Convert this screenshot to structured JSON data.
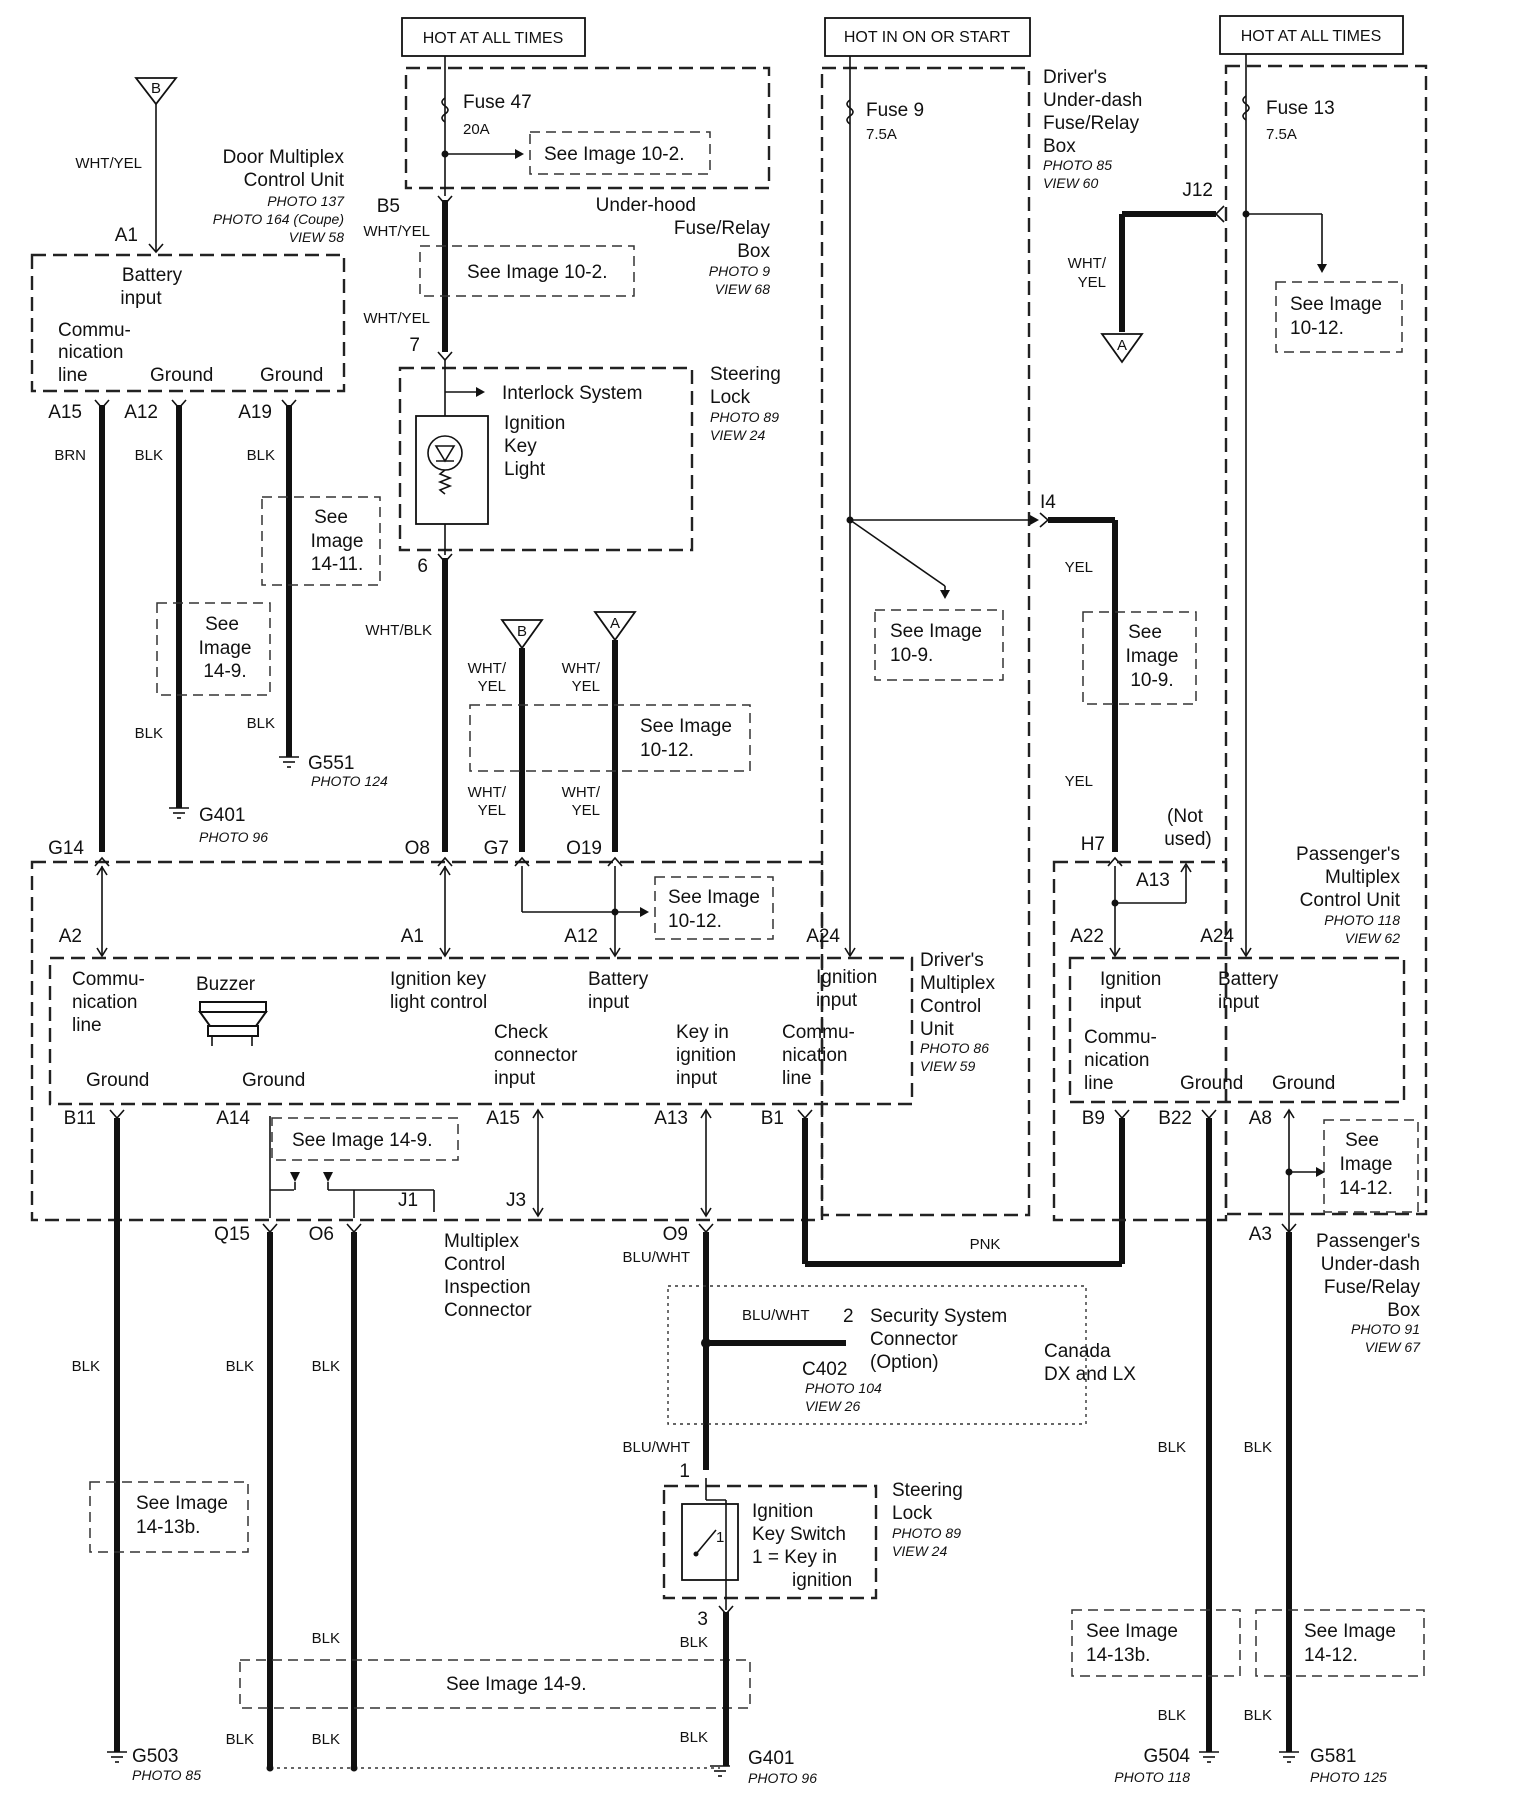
{
  "headers": {
    "hot1": "HOT AT ALL TIMES",
    "hot2": "HOT IN ON OR START",
    "hot3": "HOT AT ALL TIMES"
  },
  "fuses": {
    "f47": {
      "name": "Fuse 47",
      "rating": "20A"
    },
    "f9": {
      "name": "Fuse 9",
      "rating": "7.5A"
    },
    "f13": {
      "name": "Fuse 13",
      "rating": "7.5A"
    }
  },
  "refs": {
    "r102a": "See Image 10-2.",
    "r102b": "See Image 10-2.",
    "r1012a": [
      "See Image",
      "10-12."
    ],
    "r1012b": [
      "See Image",
      "10-12."
    ],
    "r1012c": [
      "See Image",
      "10-12."
    ],
    "r1411": [
      "See",
      "Image",
      "14-11."
    ],
    "r149a": [
      "See",
      "Image",
      "14-9."
    ],
    "r109a": [
      "See Image",
      "10-9."
    ],
    "r109b": [
      "See",
      "Image",
      "10-9."
    ],
    "r149b": "See Image 14-9.",
    "r1413a": [
      "See Image",
      "14-13b."
    ],
    "r149c": "See Image 14-9.",
    "r1412a": [
      "See",
      "Image",
      "14-12."
    ],
    "r1413b": [
      "See Image",
      "14-13b."
    ],
    "r1412b": [
      "See Image",
      "14-12."
    ]
  },
  "components": {
    "door_mcu": {
      "name": [
        "Door Multiplex",
        "Control Unit"
      ],
      "photo": [
        "PHOTO 137",
        "PHOTO 164 (Coupe)",
        "VIEW 58"
      ],
      "terms": [
        "Battery",
        "input",
        "Commu-",
        "nication",
        "line",
        "Ground",
        "Ground"
      ]
    },
    "underhood": {
      "name": [
        "Under-hood",
        "Fuse/Relay",
        "Box"
      ],
      "photo": [
        "PHOTO 9",
        "VIEW 68"
      ]
    },
    "steering_top": {
      "name": [
        "Steering",
        "Lock"
      ],
      "photo": [
        "PHOTO 89",
        "VIEW 24"
      ],
      "interlock": "Interlock System",
      "light": [
        "Ignition",
        "Key",
        "Light"
      ]
    },
    "driver_box": {
      "name": [
        "Driver's",
        "Under-dash",
        "Fuse/Relay",
        "Box"
      ],
      "photo": [
        "PHOTO 85",
        "VIEW 60"
      ]
    },
    "driver_mcu": {
      "name": [
        "Driver's",
        "Multiplex",
        "Control",
        "Unit"
      ],
      "photo": [
        "PHOTO 86",
        "VIEW 59"
      ],
      "terms": {
        "comm": [
          "Commu-",
          "nication",
          "line"
        ],
        "buzzer": "Buzzer",
        "ign_light": [
          "Ignition key",
          "light control"
        ],
        "batt": [
          "Battery",
          "input"
        ],
        "ign": [
          "Ignition",
          "input"
        ],
        "gnd1": "Ground",
        "gnd2": "Ground",
        "check": [
          "Check",
          "connector",
          "input"
        ],
        "key": [
          "Key in",
          "ignition",
          "input"
        ],
        "comm2": [
          "Commu-",
          "nication",
          "line"
        ]
      }
    },
    "pass_mcu": {
      "name": [
        "Passenger's",
        "Multiplex",
        "Control Unit"
      ],
      "photo": [
        "PHOTO 118",
        "VIEW 62"
      ],
      "not_used": [
        "(Not",
        "used)"
      ],
      "terms": {
        "ign": [
          "Ignition",
          "input"
        ],
        "batt": [
          "Battery",
          "input"
        ],
        "comm": [
          "Commu-",
          "nication",
          "line"
        ],
        "gnd1": "Ground",
        "gnd2": "Ground"
      }
    },
    "pass_box": {
      "name": [
        "Passenger's",
        "Under-dash",
        "Fuse/Relay",
        "Box"
      ],
      "photo": [
        "PHOTO 91",
        "VIEW 67"
      ]
    },
    "inspection": {
      "name": [
        "Multiplex",
        "Control",
        "Inspection",
        "Connector"
      ]
    },
    "security": {
      "name": [
        "Security System",
        "Connector",
        "(Option)"
      ],
      "pin": "2",
      "conn": "C402",
      "photo": [
        "PHOTO 104",
        "VIEW 26"
      ],
      "note": [
        "Canada",
        "DX and LX"
      ]
    },
    "steering_bot": {
      "name": [
        "Steering",
        "Lock"
      ],
      "photo": [
        "PHOTO 89",
        "VIEW 24"
      ],
      "switch": [
        "Ignition",
        "Key Switch",
        "1 = Key in",
        "ignition"
      ],
      "pin1": "1",
      "pin3": "3",
      "swnum": "1"
    }
  },
  "grounds": {
    "g551": {
      "name": "G551",
      "photo": "PHOTO 124"
    },
    "g401a": {
      "name": "G401",
      "photo": "PHOTO 96"
    },
    "g503": {
      "name": "G503",
      "photo": "PHOTO 85"
    },
    "g401b": {
      "name": "G401",
      "photo": "PHOTO 96"
    },
    "g504": {
      "name": "G504",
      "photo": "PHOTO 118"
    },
    "g581": {
      "name": "G581",
      "photo": "PHOTO 125"
    }
  },
  "pins": {
    "A1a": "A1",
    "B5": "B5",
    "p7": "7",
    "p6": "6",
    "A15a": "A15",
    "A12a": "A12",
    "A19": "A19",
    "G14": "G14",
    "O8": "O8",
    "G7": "G7",
    "O19": "O19",
    "J12": "J12",
    "I4": "I4",
    "H7": "H7",
    "A2": "A2",
    "A1b": "A1",
    "A12b": "A12",
    "A24a": "A24",
    "A13a": "A13",
    "A22": "A22",
    "A24b": "A24",
    "B11": "B11",
    "A14": "A14",
    "A15b": "A15",
    "A13b": "A13",
    "B1": "B1",
    "B9": "B9",
    "B22": "B22",
    "A8": "A8",
    "Q15": "Q15",
    "O6": "O6",
    "J1": "J1",
    "J3": "J3",
    "O9": "O9",
    "A3": "A3"
  },
  "wires": {
    "whtyel": "WHT/YEL",
    "whtblk": "WHT/BLK",
    "brn": "BRN",
    "blk": "BLK",
    "yel": "YEL",
    "pnk": "PNK",
    "bluwht": "BLU/WHT",
    "whtslash": "WHT/",
    "yel2": "YEL"
  },
  "connectors": {
    "A": "A",
    "B": "B"
  }
}
